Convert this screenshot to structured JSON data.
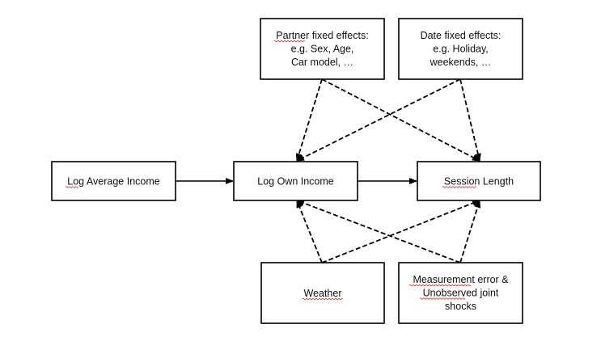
{
  "nodes": {
    "log_average_income": {
      "lines": [
        "Log Average Income"
      ]
    },
    "log_own_income": {
      "lines": [
        "Log Own Income"
      ]
    },
    "session_length": {
      "lines": [
        "Session Length"
      ]
    },
    "partner_fixed_effects": {
      "lines": [
        "Partner fixed effects:",
        "e.g. Sex, Age,",
        "Car model, …"
      ]
    },
    "date_fixed_effects": {
      "lines": [
        "Date fixed effects:",
        "e.g. Holiday,",
        "weekends, …"
      ]
    },
    "weather": {
      "lines": [
        "Weather"
      ]
    },
    "measurement_error": {
      "lines": [
        "Measurement error &",
        "Unobserved joint",
        "shocks"
      ]
    }
  },
  "edges": [
    {
      "from": "log_average_income",
      "to": "log_own_income",
      "style": "solid"
    },
    {
      "from": "log_own_income",
      "to": "session_length",
      "style": "solid"
    },
    {
      "from": "partner_fixed_effects",
      "to": "log_own_income",
      "style": "dashed"
    },
    {
      "from": "partner_fixed_effects",
      "to": "session_length",
      "style": "dashed"
    },
    {
      "from": "date_fixed_effects",
      "to": "log_own_income",
      "style": "dashed"
    },
    {
      "from": "date_fixed_effects",
      "to": "session_length",
      "style": "dashed"
    },
    {
      "from": "weather",
      "to": "log_own_income",
      "style": "dashed"
    },
    {
      "from": "weather",
      "to": "session_length",
      "style": "dashed"
    },
    {
      "from": "measurement_error",
      "to": "log_own_income",
      "style": "dashed"
    },
    {
      "from": "measurement_error",
      "to": "session_length",
      "style": "dashed"
    }
  ],
  "colors": {
    "box_border": "#000000",
    "text": "#111111",
    "spellcheck_underline": "#d42a2a"
  }
}
